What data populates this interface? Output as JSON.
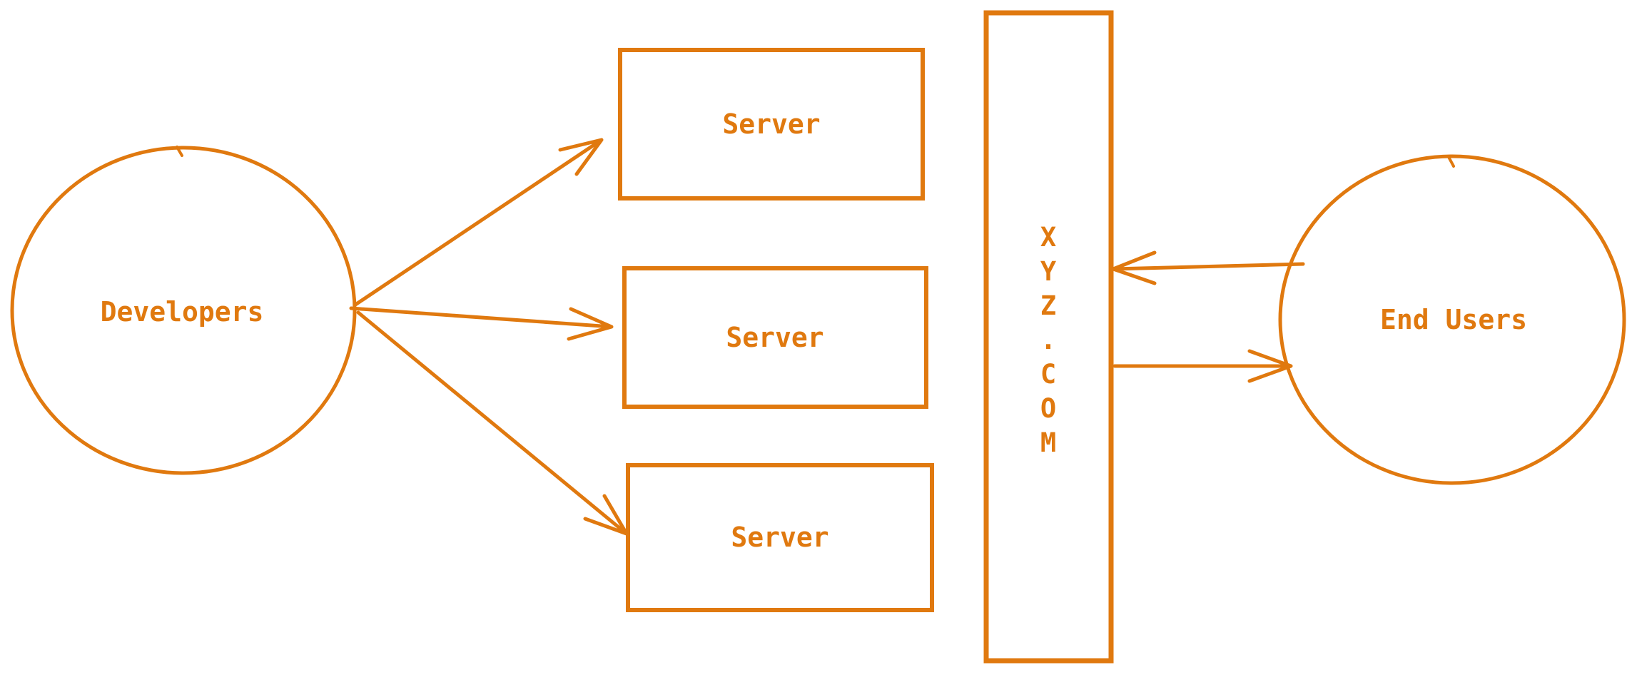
{
  "diagram": {
    "background_color": "#ffffff",
    "stroke_color": "#e0790f",
    "style": "hand-drawn",
    "nodes": [
      {
        "id": "developers",
        "shape": "circle",
        "label": "Developers"
      },
      {
        "id": "server-1",
        "shape": "rectangle",
        "label": "Server"
      },
      {
        "id": "server-2",
        "shape": "rectangle",
        "label": "Server"
      },
      {
        "id": "server-3",
        "shape": "rectangle",
        "label": "Server"
      },
      {
        "id": "xyz-com",
        "shape": "rectangle",
        "label": "XYZ.COM",
        "label_orientation": "vertical"
      },
      {
        "id": "end-users",
        "shape": "circle",
        "label": "End Users"
      }
    ],
    "edges": [
      {
        "from": "developers",
        "to": "server-1",
        "arrowhead": "open"
      },
      {
        "from": "developers",
        "to": "server-2",
        "arrowhead": "open"
      },
      {
        "from": "developers",
        "to": "server-3",
        "arrowhead": "open"
      },
      {
        "from": "end-users",
        "to": "xyz-com",
        "arrowhead": "open"
      },
      {
        "from": "xyz-com",
        "to": "end-users",
        "arrowhead": "open"
      }
    ]
  }
}
